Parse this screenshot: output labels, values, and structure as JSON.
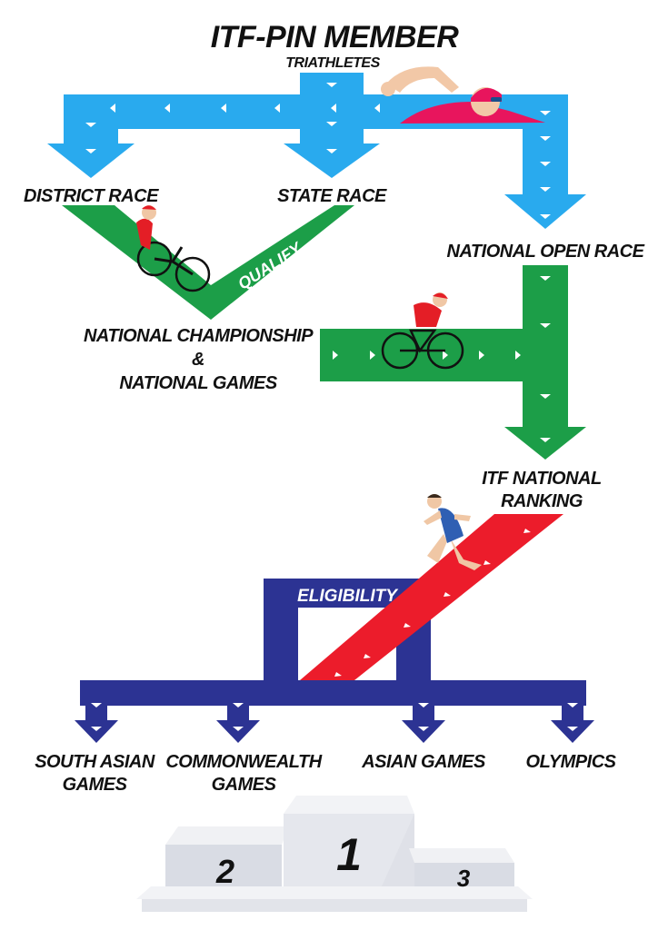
{
  "title": "ITF-PIN MEMBER",
  "subtitle": "TRIATHLETES",
  "stages": {
    "district": "DISTRICT RACE",
    "state": "STATE RACE",
    "national_open": "NATIONAL OPEN RACE",
    "championship_1": "NATIONAL CHAMPIONSHIP",
    "championship_2": "&",
    "championship_3": "NATIONAL GAMES",
    "ranking_1": "ITF NATIONAL",
    "ranking_2": "RANKING"
  },
  "qualify_label": "QUALIFY",
  "eligibility_label": "ELIGIBILITY",
  "events": {
    "south_asian_1": "SOUTH ASIAN",
    "south_asian_2": "GAMES",
    "commonwealth_1": "COMMONWEALTH",
    "commonwealth_2": "GAMES",
    "asian": "ASIAN GAMES",
    "olympics": "OLYMPICS"
  },
  "podium": {
    "first": "1",
    "second": "2",
    "third": "3"
  },
  "colors": {
    "blue": "#29aaee",
    "green": "#1c9e48",
    "red": "#ec1c2b",
    "navy": "#2c3393",
    "podium": "#e6e8ee"
  }
}
